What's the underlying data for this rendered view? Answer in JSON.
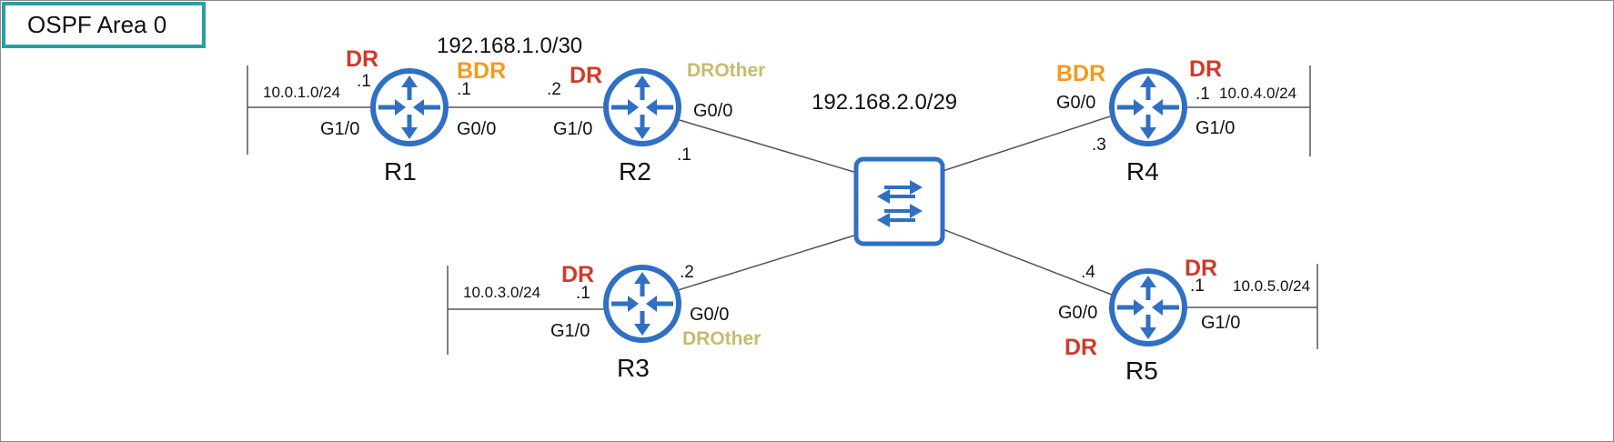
{
  "area_label": "OSPF Area 0",
  "colors": {
    "dr": "#d03a2a",
    "bdr": "#f39a1e",
    "drother": "#c6bb6c",
    "device": "#2f6fc4",
    "area_border": "#2a9ea0"
  },
  "networks": {
    "r1_r2": "192.168.1.0/30",
    "shared": "192.168.2.0/29",
    "r1_lan": "10.0.1.0/24",
    "r3_lan": "10.0.3.0/24",
    "r4_lan": "10.0.4.0/24",
    "r5_lan": "10.0.5.0/24"
  },
  "routers": {
    "r1": {
      "name": "R1",
      "lan_role": "DR",
      "p2p_role": "BDR",
      "lan_addr": ".1",
      "p2p_addr": ".1",
      "lan_if": "G1/0",
      "p2p_if": "G0/0"
    },
    "r2": {
      "name": "R2",
      "p2p_role": "DR",
      "shared_role": "DROther",
      "p2p_addr": ".2",
      "shared_addr": ".1",
      "p2p_if": "G1/0",
      "shared_if": "G0/0"
    },
    "r3": {
      "name": "R3",
      "lan_role": "DR",
      "shared_role": "DROther",
      "lan_addr": ".1",
      "shared_addr": ".2",
      "lan_if": "G1/0",
      "shared_if": "G0/0"
    },
    "r4": {
      "name": "R4",
      "shared_role": "BDR",
      "lan_role": "DR",
      "shared_addr": ".3",
      "lan_addr": ".1",
      "shared_if": "G0/0",
      "lan_if": "G1/0"
    },
    "r5": {
      "name": "R5",
      "shared_role": "DR",
      "lan_role": "DR",
      "shared_addr": ".4",
      "lan_addr": ".1",
      "shared_if": "G0/0",
      "lan_if": "G1/0"
    }
  },
  "switch": {
    "icon": "switch-icon"
  }
}
